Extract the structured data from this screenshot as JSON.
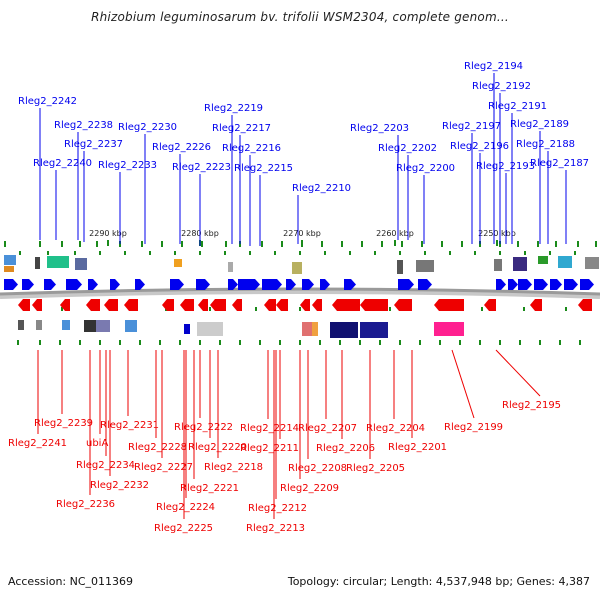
{
  "title": "Rhizobium leguminosarum bv. trifolii WSM2304, complete genom...",
  "footer": {
    "accession": "Accession: NC_011369",
    "stats": "Topology: circular; Length: 4,537,948 bp; Genes: 4,387"
  },
  "colors": {
    "forward": "#0000ee",
    "reverse": "#ee0000",
    "backbone": "#9a9a9a",
    "tick": "#1a8a1a"
  },
  "scale_ticks": [
    "2290 kbp",
    "2280 kbp",
    "2270 kbp",
    "2260 kbp",
    "2250 kbp"
  ],
  "forward_genes": [
    "Rleg2_2242",
    "Rleg2_2240",
    "Rleg2_2238",
    "Rleg2_2237",
    "Rleg2_2233",
    "Rleg2_2230",
    "Rleg2_2226",
    "Rleg2_2223",
    "Rleg2_2219",
    "Rleg2_2217",
    "Rleg2_2216",
    "Rleg2_2215",
    "Rleg2_2210",
    "Rleg2_2203",
    "Rleg2_2202",
    "Rleg2_2200",
    "Rleg2_2197",
    "Rleg2_2196",
    "Rleg2_2194",
    "Rleg2_2192",
    "Rleg2_2193",
    "Rleg2_2191",
    "Rleg2_2189",
    "Rleg2_2188",
    "Rleg2_2187"
  ],
  "reverse_genes": [
    "Rleg2_2241",
    "Rleg2_2239",
    "Rleg2_2236",
    "ubiA",
    "Rleg2_2234",
    "Rleg2_2232",
    "Rleg2_2231",
    "Rleg2_2228",
    "Rleg2_2227",
    "Rleg2_2225",
    "Rleg2_2224",
    "Rleg2_2221",
    "Rleg2_2222",
    "Rleg2_2220",
    "Rleg2_2218",
    "Rleg2_2214",
    "Rleg2_2213",
    "Rleg2_2212",
    "Rleg2_2211",
    "Rleg2_2209",
    "Rleg2_2208",
    "Rleg2_2207",
    "Rleg2_2206",
    "Rleg2_2205",
    "Rleg2_2204",
    "Rleg2_2201",
    "Rleg2_2199",
    "Rleg2_2195"
  ]
}
